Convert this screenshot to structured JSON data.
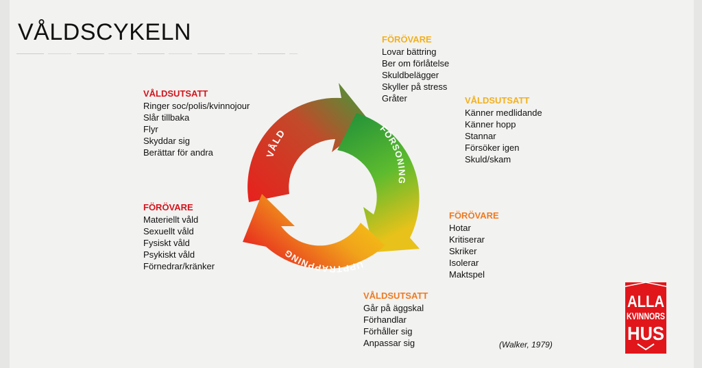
{
  "title": "VÅLDSCYKELN",
  "cycle": {
    "phases": [
      "VÅLD",
      "FÖRSONING",
      "UPPTRAPPNING"
    ]
  },
  "blocks": {
    "vald_utsatt": {
      "heading": "VÅLDSUTSATT",
      "color": "#d4141c",
      "items": [
        "Ringer soc/polis/kvinnojour",
        "Slår tillbaka",
        "Flyr",
        "Skyddar sig",
        "Berättar för andra"
      ]
    },
    "vald_forovare": {
      "heading": "FÖRÖVARE",
      "color": "#d4141c",
      "items": [
        "Materiellt våld",
        "Sexuellt våld",
        "Fysiskt våld",
        "Psykiskt våld",
        "Förnedrar/kränker"
      ]
    },
    "forsoning_forovare": {
      "heading": "FÖRÖVARE",
      "color": "#f2b01e",
      "items": [
        "Lovar bättring",
        "Ber om förlåtelse",
        "Skuldbelägger",
        "Skyller på stress",
        "Gråter"
      ]
    },
    "forsoning_utsatt": {
      "heading": "VÅLDSUTSATT",
      "color": "#f2b01e",
      "items": [
        "Känner medlidande",
        "Känner hopp",
        "Stannar",
        "Försöker igen",
        "Skuld/skam"
      ]
    },
    "upptrappning_forovare": {
      "heading": "FÖRÖVARE",
      "color": "#ee7a22",
      "items": [
        "Hotar",
        "Kritiserar",
        "Skriker",
        "Isolerar",
        "Maktspel"
      ]
    },
    "upptrappning_utsatt": {
      "heading": "VÅLDSUTSATT",
      "color": "#ee7a22",
      "items": [
        "Går på äggskal",
        "Förhandlar",
        "Förhåller sig",
        "Anpassar sig"
      ]
    }
  },
  "citation": "(Walker, 1979)",
  "logo": {
    "lines": [
      "ALLA",
      "KVINNORS",
      "HUS"
    ],
    "color": "#e0161b"
  }
}
